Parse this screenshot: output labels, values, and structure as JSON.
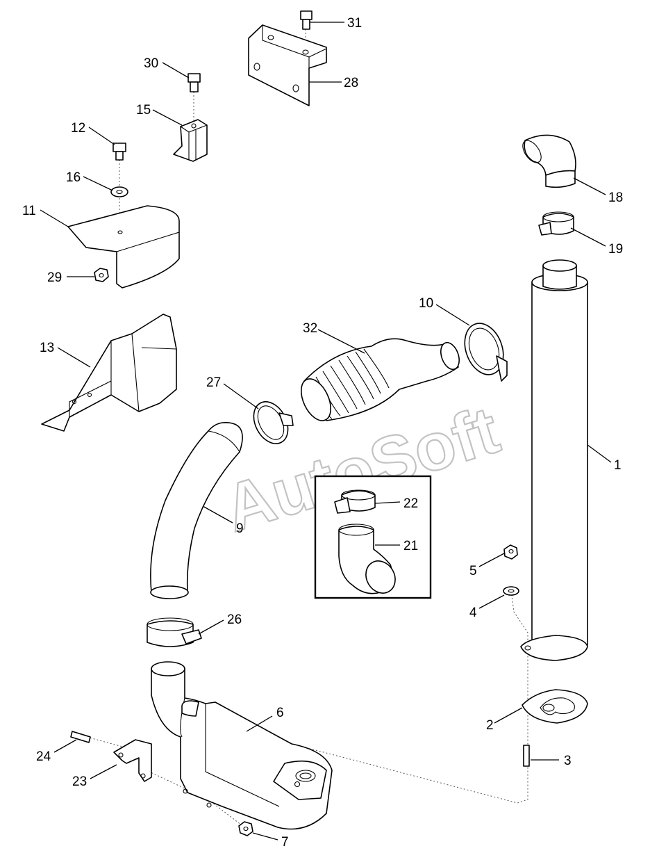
{
  "watermark": "AutoSoft",
  "callouts": {
    "c1": "1",
    "c2": "2",
    "c3": "3",
    "c4": "4",
    "c5": "5",
    "c6": "6",
    "c7": "7",
    "c9": "9",
    "c10": "10",
    "c11": "11",
    "c12": "12",
    "c13": "13",
    "c15": "15",
    "c16": "16",
    "c18": "18",
    "c19": "19",
    "c21": "21",
    "c22": "22",
    "c23": "23",
    "c24": "24",
    "c26": "26",
    "c27": "27",
    "c28": "28",
    "c29": "29",
    "c30": "30",
    "c31": "31",
    "c32": "32"
  }
}
